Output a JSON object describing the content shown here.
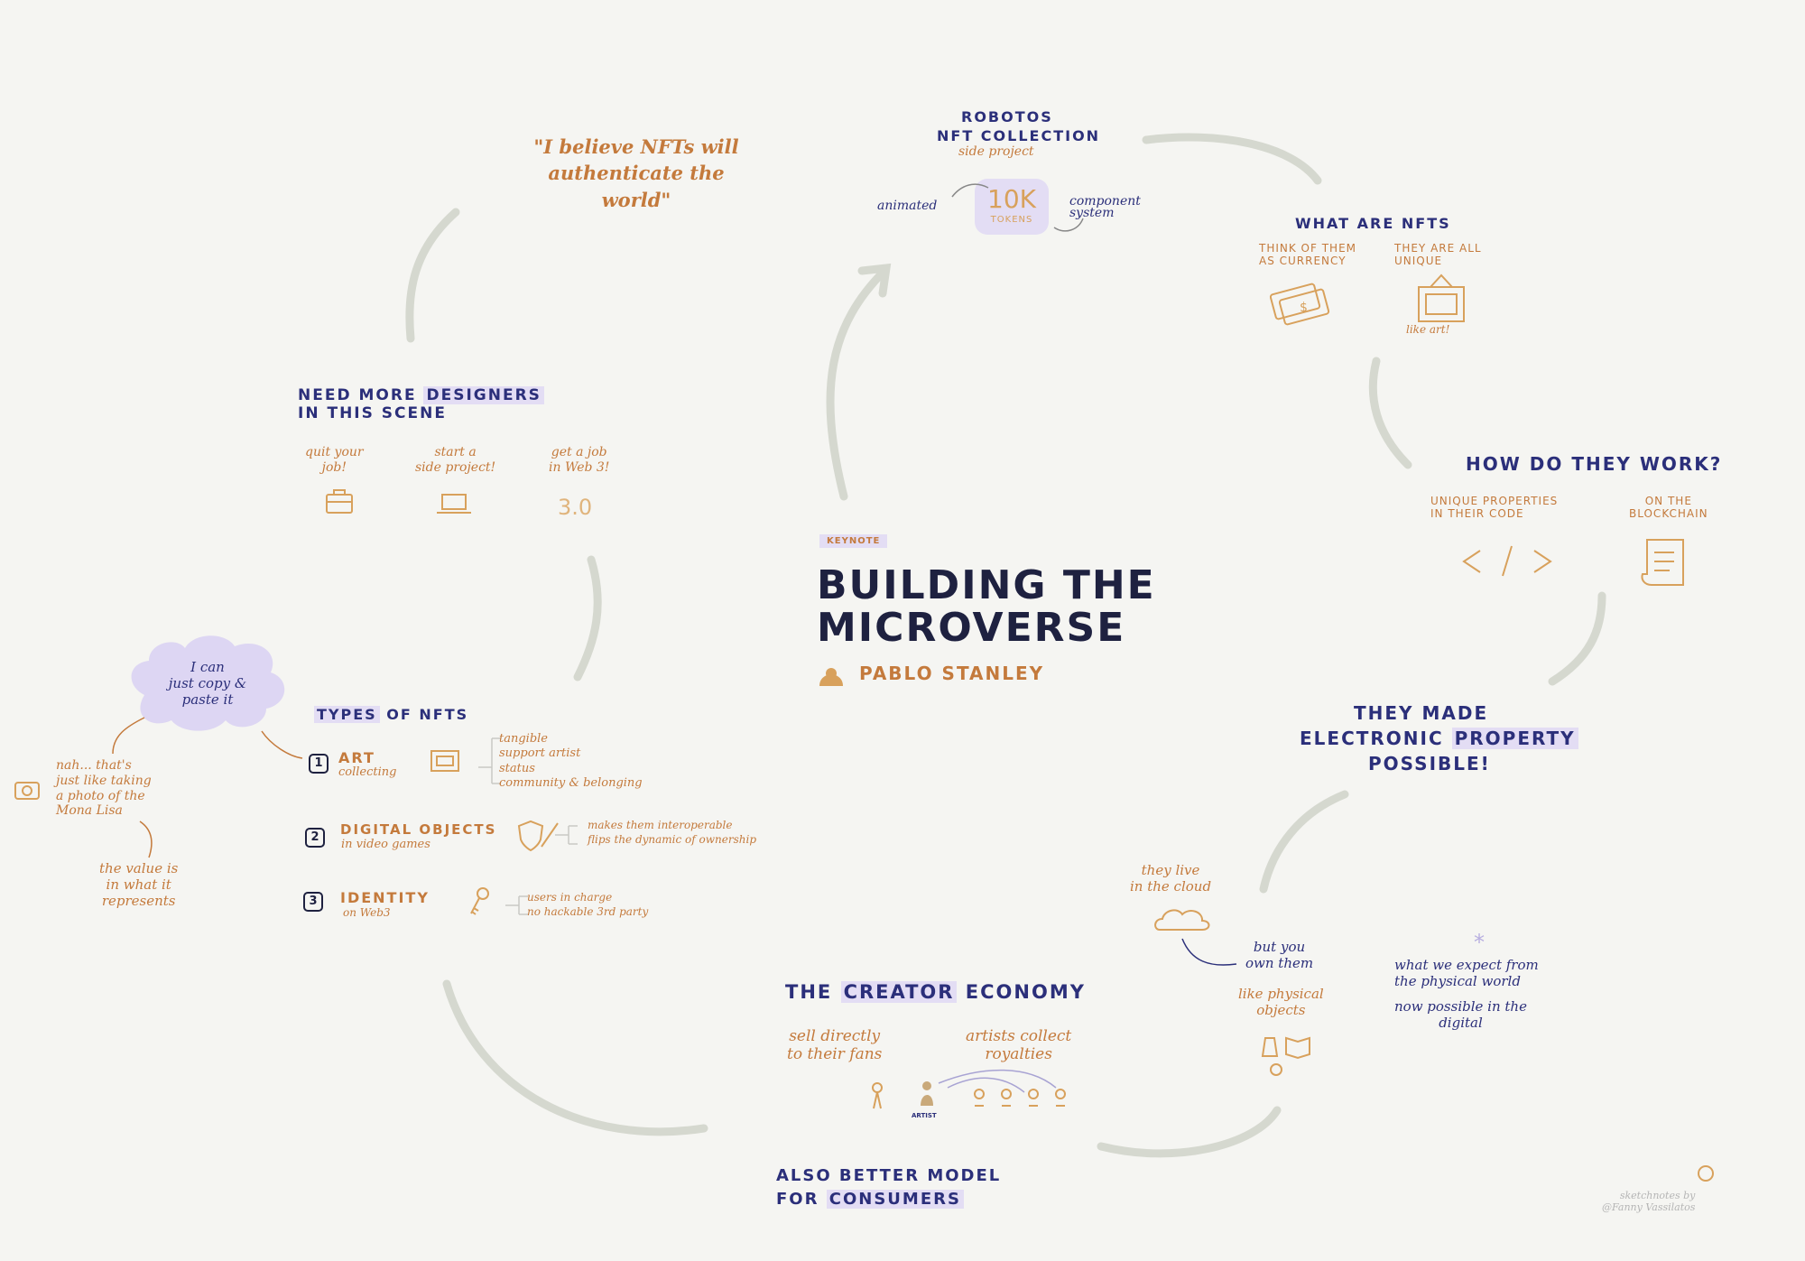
{
  "title": {
    "tag": "KEYNOTE",
    "line1": "BUILDING THE",
    "line2": "MICROVERSE",
    "speaker": "PABLO STANLEY"
  },
  "robotos": {
    "title": "ROBOTOS",
    "subtitle": "NFT COLLECTION",
    "note": "side project",
    "left_label": "animated",
    "right_label": "component\nsystem",
    "badge_value": "10K",
    "badge_unit": "TOKENS"
  },
  "what_are_nfts": {
    "title": "WHAT ARE NFTs",
    "left": "THINK OF THEM\nAS CURRENCY",
    "right": "THEY ARE ALL\nUNIQUE",
    "like_art": "like art!"
  },
  "how_work": {
    "title": "HOW DO THEY WORK?",
    "left": "UNIQUE PROPERTIES\nIN THEIR CODE",
    "right": "ON THE\nBLOCKCHAIN"
  },
  "property": {
    "line1": "THEY MADE",
    "line2_a": "ELECTRONIC",
    "line2_b": "PROPERTY",
    "line3": "POSSIBLE!"
  },
  "cloud_section": {
    "live": "they live\nin the cloud",
    "own": "but you\nown them",
    "physical": "like physical\nobjects",
    "expect": "what we expect from\nthe physical world",
    "possible": "now possible in the\ndigital"
  },
  "creator": {
    "title_a": "THE",
    "title_b": "CREATOR",
    "title_c": "ECONOMY",
    "left": "sell directly\nto their fans",
    "right": "artists collect\nroyalties",
    "artist_label": "ARTIST"
  },
  "consumers": {
    "line1": "ALSO BETTER MODEL",
    "line2_a": "FOR",
    "line2_b": "CONSUMERS"
  },
  "quote": {
    "text": "\"I believe NFTs will\nauthenticate the\nworld\""
  },
  "designers": {
    "title_a": "NEED MORE",
    "title_b": "DESIGNERS",
    "title_c": "IN THIS SCENE",
    "a": "quit your\njob!",
    "b": "start a\nside project!",
    "c": "get a job\nin Web 3!",
    "web3": "3.0"
  },
  "types": {
    "title_a": "TYPES",
    "title_b": "OF NFTS",
    "items": [
      {
        "num": "1",
        "name": "ART",
        "sub": "collecting",
        "details": "tangible\nsupport artist\nstatus\ncommunity & belonging"
      },
      {
        "num": "2",
        "name": "DIGITAL OBJECTS",
        "sub": "in video games",
        "details": "makes them interoperable\nflips the dynamic of ownership"
      },
      {
        "num": "3",
        "name": "IDENTITY",
        "sub": "on Web3",
        "details": "users in charge\nno hackable 3rd party"
      }
    ]
  },
  "cloud_bubble": {
    "text": "I can\njust copy &\npaste it"
  },
  "side_note": {
    "text": "nah... that's\njust like taking\na photo of the\nMona Lisa",
    "value": "the value is\nin what it\nrepresents"
  },
  "credit": {
    "text": "sketchnotes by\n@Fanny Vassilatos"
  },
  "colors": {
    "navy": "#2b2f7a",
    "orange": "#c47a3c",
    "highlight": "#e3ddf4",
    "arrow": "#d5d8cf",
    "background": "#f5f5f2"
  }
}
